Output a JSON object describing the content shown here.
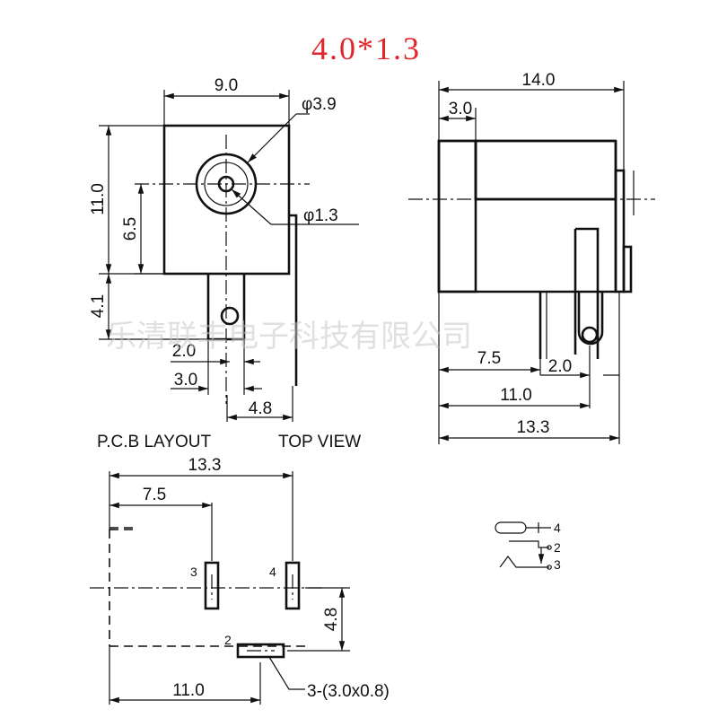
{
  "title": "4.0*1.3",
  "watermark": "乐清联丰电子科技有限公司",
  "front_view": {
    "width_dim": "9.0",
    "hole_outer_dim": "φ3.9",
    "hole_inner_dim": "φ1.3",
    "height_dim": "11.0",
    "center_height_dim": "6.5",
    "pin_length_dim": "4.1",
    "pin_offset_2": "2.0",
    "pin_offset_3": "3.0",
    "pin_offset_4": "4.8"
  },
  "side_view": {
    "length_dim": "14.0",
    "front_dim": "3.0",
    "dim_7_5": "7.5",
    "dim_2_0": "2.0",
    "dim_11_0": "11.0",
    "dim_13_3": "13.3"
  },
  "pcb": {
    "label": "P.C.B LAYOUT",
    "top_view_label": "TOP VIEW",
    "dim_13_3": "13.3",
    "dim_7_5": "7.5",
    "dim_4_8": "4.8",
    "dim_11_0": "11.0",
    "pad_note": "3-(3.0x0.8)",
    "pin_3": "3",
    "pin_4": "4",
    "pin_2": "2"
  },
  "schematic": {
    "pin_4": "4",
    "pin_2": "2",
    "pin_3": "3"
  }
}
